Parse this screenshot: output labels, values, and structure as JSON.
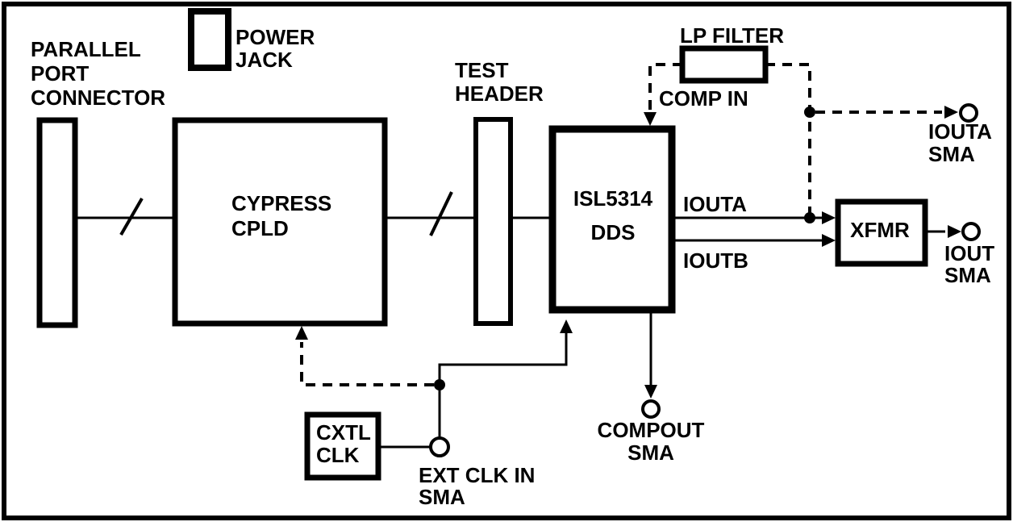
{
  "colors": {
    "ink": "#000000",
    "paper": "#ffffff"
  },
  "blocks": {
    "parallel_port": {
      "label_lines": [
        "PARALLEL",
        "PORT",
        "CONNECTOR"
      ]
    },
    "power_jack": {
      "label_lines": [
        "POWER",
        "JACK"
      ]
    },
    "cypress_cpld": {
      "label_lines": [
        "CYPRESS",
        "CPLD"
      ]
    },
    "test_header": {
      "label_lines": [
        "TEST",
        "HEADER"
      ]
    },
    "dds": {
      "label_lines": [
        "ISL5314",
        "DDS"
      ]
    },
    "lp_filter": {
      "label": "LP FILTER"
    },
    "xfmr": {
      "label": "XFMR"
    },
    "cxtl_clk": {
      "label_lines": [
        "CXTL",
        "CLK"
      ]
    }
  },
  "signals": {
    "comp_in": "COMP IN",
    "iouta": "IOUTA",
    "ioutb": "IOUTB"
  },
  "connectors": {
    "iouta_sma": {
      "label_lines": [
        "IOUTA",
        "SMA"
      ]
    },
    "iout_sma": {
      "label_lines": [
        "IOUT",
        "SMA"
      ]
    },
    "compout_sma": {
      "label_lines": [
        "COMPOUT",
        "SMA"
      ]
    },
    "ext_clk_in_sma": {
      "label_lines": [
        "EXT CLK IN",
        "SMA"
      ]
    }
  }
}
